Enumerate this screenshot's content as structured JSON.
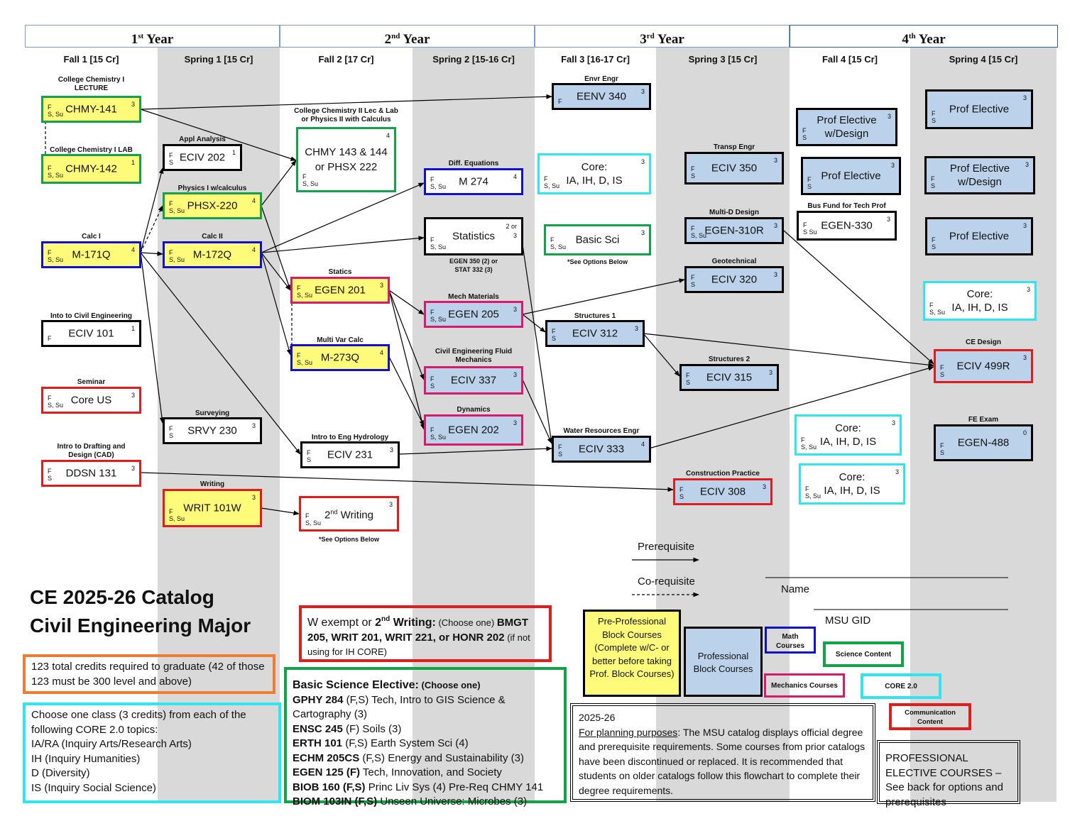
{
  "years": [
    {
      "num": "1",
      "sup": "st",
      "word": "Year"
    },
    {
      "num": "2",
      "sup": "nd",
      "word": "Year"
    },
    {
      "num": "3",
      "sup": "rd",
      "word": "Year"
    },
    {
      "num": "4",
      "sup": "th",
      "word": "Year"
    }
  ],
  "semesters": [
    "Fall 1 [15 Cr]",
    "Spring 1  [15 Cr]",
    "Fall 2 [17 Cr]",
    "Spring 2 [15-16  Cr]",
    "Fall 3 [16-17 Cr]",
    "Spring 3 [15 Cr]",
    "Fall 4 [15 Cr]",
    "Spring 4 [15 Cr]"
  ],
  "courses": {
    "chmy141": {
      "name": "CHMY-141",
      "cr": "3",
      "ot": "F\nS, Su"
    },
    "chmy142": {
      "name": "CHMY-142",
      "cr": "1",
      "ot": "F\nS, Su"
    },
    "m171": {
      "name": "M-171Q",
      "cr": "4",
      "ot": "F\nS, Su"
    },
    "eciv101": {
      "name": "ECIV 101",
      "cr": "1",
      "ot": "F"
    },
    "coreus": {
      "name": "Core US",
      "cr": "3",
      "ot": "F\nS, Su"
    },
    "ddsn131": {
      "name": "DDSN 131",
      "cr": "3",
      "ot": "F\nS"
    },
    "eciv202": {
      "name": "ECIV 202",
      "cr": "1",
      "ot": "F\nS"
    },
    "phsx220": {
      "name": "PHSX-220",
      "cr": "4",
      "ot": "F\nS, Su"
    },
    "m172": {
      "name": "M-172Q",
      "cr": "4",
      "ot": "F\nS, Su"
    },
    "srvy230": {
      "name": "SRVY 230",
      "cr": "3",
      "ot": "F\nS"
    },
    "writ101": {
      "name": "WRIT 101W",
      "cr": "3",
      "ot": "F\nS, Su"
    },
    "chmy143": {
      "name": "CHMY 143 & 144\nor PHSX 222",
      "cr": "4",
      "ot": "F\nS, Su"
    },
    "egen201": {
      "name": "EGEN 201",
      "cr": "3",
      "ot": "F\nS, Su"
    },
    "m273": {
      "name": "M-273Q",
      "cr": "4",
      "ot": "F\nS, Su"
    },
    "eciv231": {
      "name": "ECIV 231",
      "cr": "3",
      "ot": "F\nS"
    },
    "writing2": {
      "name": "Writing",
      "pre": "2",
      "sup": "nd",
      "cr": "3",
      "ot": "F\nS, Su"
    },
    "m274": {
      "name": "M 274",
      "cr": "4",
      "ot": "F\nS, Su"
    },
    "stats": {
      "name": "Statistics",
      "cr": "2 or\n3",
      "ot": "F\nS, Su"
    },
    "egen205": {
      "name": "EGEN 205",
      "cr": "3",
      "ot": "F\nS, Su"
    },
    "eciv337": {
      "name": "ECIV 337",
      "cr": "3",
      "ot": "F\nS"
    },
    "egen202": {
      "name": "EGEN 202",
      "cr": "3",
      "ot": "F\nS, Su"
    },
    "eenv340": {
      "name": "EENV 340",
      "cr": "3",
      "ot": "F"
    },
    "core3a": {
      "name": "Core:\nIA, IH, D, IS",
      "cr": "3",
      "ot": "F\nS, Su"
    },
    "basicsci": {
      "name": "Basic Sci",
      "cr": "3",
      "ot": "F\nS, Su"
    },
    "eciv312": {
      "name": "ECIV 312",
      "cr": "3",
      "ot": "F\nS"
    },
    "eciv333": {
      "name": "ECIV 333",
      "cr": "4",
      "ot": "F\nS"
    },
    "eciv350": {
      "name": "ECIV 350",
      "cr": "3",
      "ot": "F\nS"
    },
    "egen310": {
      "name": "EGEN-310R",
      "cr": "3",
      "ot": "F\nS, Su"
    },
    "eciv320": {
      "name": "ECIV 320",
      "cr": "3",
      "ot": "F\nS"
    },
    "eciv315": {
      "name": "ECIV 315",
      "cr": "3",
      "ot": "F\nS"
    },
    "eciv308": {
      "name": "ECIV 308",
      "cr": "3",
      "ot": "F\nS"
    },
    "profdes4": {
      "name": "Prof Elective\nw/Design",
      "cr": "3",
      "ot": "F\nS"
    },
    "prof4": {
      "name": "Prof Elective",
      "cr": "3",
      "ot": "F\nS"
    },
    "egen330": {
      "name": "EGEN-330",
      "cr": "3",
      "ot": "F\nS Su"
    },
    "core4a": {
      "name": "Core:\nIA, IH, D, IS",
      "cr": "3",
      "ot": "F\nS, Su"
    },
    "core4b": {
      "name": "Core:\nIA, IH, D, IS",
      "cr": "3",
      "ot": "F\nS, Su"
    },
    "prof5": {
      "name": "Prof Elective",
      "cr": "3",
      "ot": "F\nS"
    },
    "profdes5": {
      "name": "Prof Elective\nw/Design",
      "cr": "3",
      "ot": "F\nS"
    },
    "prof6": {
      "name": "Prof Elective",
      "cr": "3",
      "ot": "F\nS"
    },
    "core5": {
      "name": "Core:\nIA, IH, D, IS",
      "cr": "3",
      "ot": "F\nS, Su"
    },
    "eciv499": {
      "name": "ECIV 499R",
      "cr": "3",
      "ot": "F\nS"
    },
    "egen488": {
      "name": "EGEN-488",
      "cr": "0",
      "ot": "F\nS"
    }
  },
  "labels": {
    "chmy141": "College Chemistry I\nLECTURE",
    "chmy142": "College Chemistry I  LAB",
    "m171": "Calc I",
    "eciv101": "Into to Civil Engineering",
    "coreus": "Seminar",
    "ddsn131": "Intro to Drafting and\nDesign (CAD)",
    "eciv202": "Appl Analysis",
    "phsx220": "Physics I w/calculus",
    "m172": "Calc II",
    "srvy230": "Surveying",
    "writ101": "Writing",
    "chmy143": "College Chemistry II Lec & Lab\nor Physics II with Calculus",
    "egen201": "Statics",
    "m273": "Multi Var Calc",
    "eciv231": "Intro to Eng Hydrology",
    "writing2_below": "*See Options Below",
    "m274": "Diff. Equations",
    "stats_below": "EGEN 350 (2) or\nSTAT 332 (3)",
    "egen205": "Mech Materials",
    "eciv337": "Civil Engineering Fluid\nMechanics",
    "egen202": "Dynamics",
    "eenv340": "Envr Engr",
    "basicsci_below": "*See Options Below",
    "eciv312": "Structures 1",
    "eciv333": "Water Resources Engr",
    "eciv350": "Transp Engr",
    "egen310": "Multi-D Design",
    "eciv320": "Geotechnical",
    "eciv315": "Structures 2",
    "eciv308": "Construction Practice",
    "egen330": "Bus Fund for Tech Prof",
    "eciv499": "CE Design",
    "egen488": "FE Exam"
  },
  "title": {
    "line1": "CE 2025-26 Catalog",
    "line2": "Civil Engineering Major"
  },
  "credits_note": "123 total credits required to graduate (42 of those 123 must be 300 level and above)",
  "core_note": [
    "Choose one class (3 credits) from each of the",
    "following CORE 2.0 topics:",
    "IA/RA (Inquiry Arts/Research Arts)",
    "IH  (Inquiry Humanities)",
    "D (Diversity)",
    "IS (Inquiry Social Science)"
  ],
  "writing_note": {
    "a": "W exempt or ",
    "b": "2",
    "c": "nd",
    "d": " Writing:",
    "e": " (Choose one) ",
    "f": "BMGT 205, WRIT 201, WRIT 221, or HONR 202",
    "g": " (if not using for IH CORE)"
  },
  "basic_sci": {
    "head": "Basic Science Elective:",
    "sub": " (Choose one)",
    "items": [
      {
        "c": "GPHY 284",
        "t": " (F,S) Tech, Intro to GIS Science & Cartography (3)"
      },
      {
        "c": "ENSC 245",
        "t": " (F) Soils (3)"
      },
      {
        "c": "ERTH 101",
        "t": " (F,S) Earth System Sci (4)"
      },
      {
        "c": "ECHM 205CS",
        "t": " (F,S) Energy and Sustainability (3)"
      },
      {
        "c": "EGEN 125 (F)",
        "t": " Tech, Innovation, and Society"
      },
      {
        "c": "BIOB 160 (F,S)",
        "t": " Princ Liv Sys (4) Pre-Req CHMY 141"
      },
      {
        "c": "BIOM 103IN (F,S)",
        "t": " Unseen Universe: Microbes (3)"
      }
    ]
  },
  "legend": {
    "prereq": "Prerequisite",
    "coreq": "Co-requisite",
    "name": "Name",
    "gid": "MSU GID",
    "preprof": "Pre-Professional Block Courses (Complete w/C- or better before taking Prof. Block Courses)",
    "prof": "Professional Block Courses",
    "math": "Math Courses",
    "science": "Science Content",
    "mech": "Mechanics Courses",
    "core": "CORE 2.0",
    "comm": "Communication Content"
  },
  "planning": {
    "year": "2025-26",
    "u": "For planning purposes",
    "t": ":  The MSU catalog displays official degree and prerequisite requirements.  Some courses from prior catalogs have been discontinued or replaced.  It is recommended that students on older catalogs follow this flowchart to complete their degree requirements."
  },
  "prof_note": "PROFESSIONAL ELECTIVE COURSES – See back for options and prerequisites"
}
